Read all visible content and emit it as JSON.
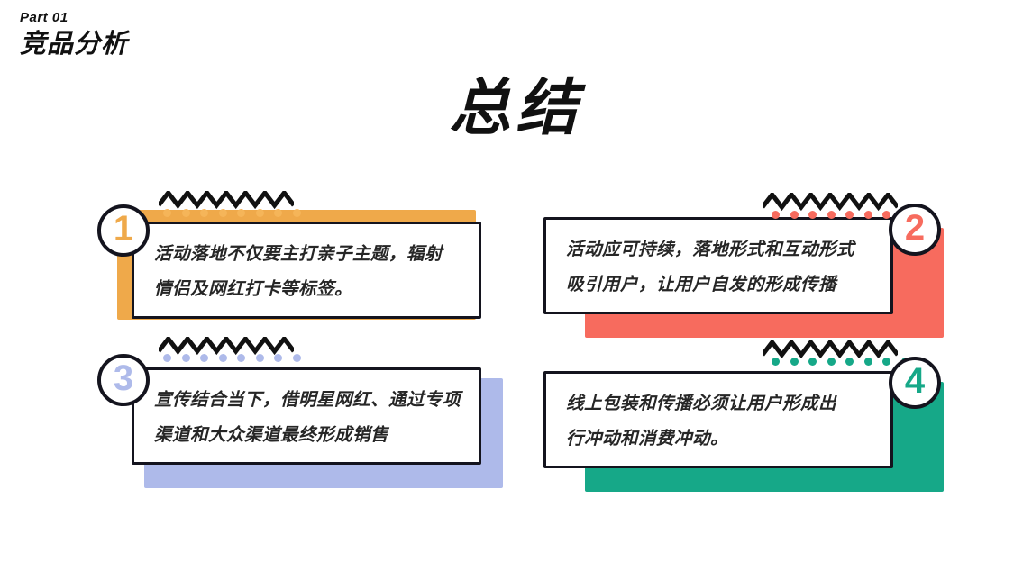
{
  "header": {
    "part_label": "Part 01",
    "section_title": "竞品分析"
  },
  "main_title": "总结",
  "cards": [
    {
      "number": "1",
      "color": "#EFA94A",
      "dot_color": "#F5B559",
      "text": "活动落地不仅要主打亲子主题，辐射\n情侣及网红打卡等标签。"
    },
    {
      "number": "2",
      "color": "#F76B5E",
      "dot_color": "#F76B5E",
      "text": "活动应可持续，落地形式和互动形式\n吸引用户，让用户自发的形成传播"
    },
    {
      "number": "3",
      "color": "#AEBAEA",
      "dot_color": "#AEBAEA",
      "text": "宣传结合当下，借明星网红、通过专项\n渠道和大众渠道最终形成销售"
    },
    {
      "number": "4",
      "color": "#16A888",
      "dot_color": "#16A888",
      "text": "线上包装和传播必须让用户形成出\n行冲动和消费冲动。"
    }
  ],
  "decor": {
    "zigzag_color": "#111111",
    "zigzag_peaks": 7,
    "dot_count": 8
  },
  "theme": {
    "background": "#FFFFFF",
    "outline": "#14141E",
    "text": "#262626"
  }
}
